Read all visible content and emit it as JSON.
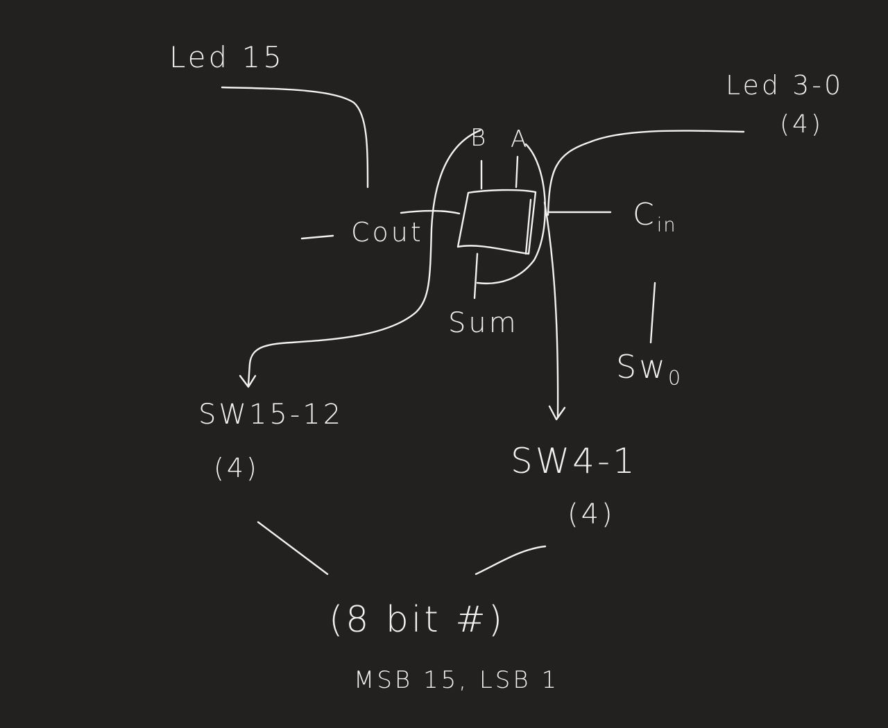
{
  "labels": {
    "led15": "Led 15",
    "led3_0": "Led 3-0",
    "led3_0_width": "(4)",
    "b": "B",
    "a": "A",
    "cout": "Cout",
    "cin_main": "C",
    "cin_sub": "in",
    "sum": "Sum",
    "sw0_main": "Sw",
    "sw0_sub": "0",
    "sw15_12": "SW15-12",
    "sw15_12_width": "(4)",
    "sw4_1": "SW4-1",
    "sw4_1_width": "(4)",
    "eight_bit": "(8 bit #)",
    "msb_lsb": "MSB 15, LSB 1"
  },
  "colors": {
    "background": "#222120",
    "ink": "#f2f2f0"
  }
}
